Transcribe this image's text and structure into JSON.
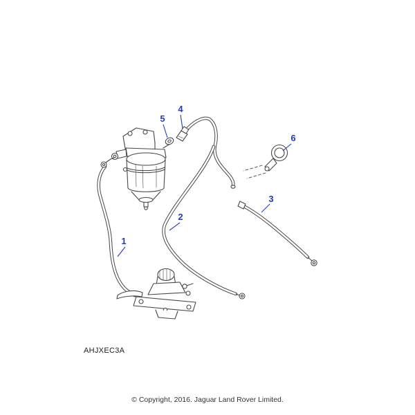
{
  "diagram": {
    "code": "AHJXEC3A",
    "callouts": [
      {
        "label": "1"
      },
      {
        "label": "2"
      },
      {
        "label": "3"
      },
      {
        "label": "4"
      },
      {
        "label": "5"
      },
      {
        "label": "6"
      }
    ]
  },
  "colors": {
    "line": "#474747",
    "callout": "#2239c4",
    "background": "#ffffff"
  },
  "footer": {
    "copyright": "© Copyright, 2016. Jaguar Land Rover Limited."
  }
}
